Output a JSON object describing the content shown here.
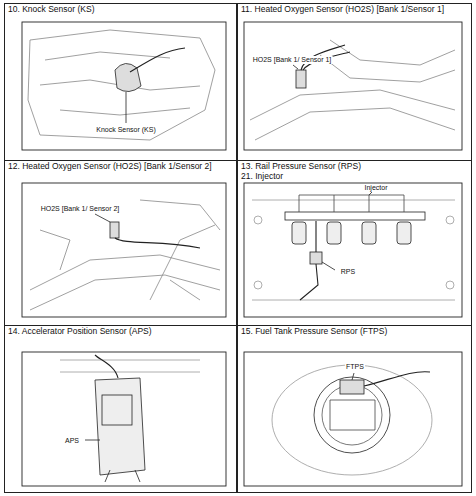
{
  "diagram": {
    "nodes": [
      {
        "text": [
          "10. Knock Sensor (KS)"
        ]
      },
      {
        "text": [
          "11. Heated Oxygen Sensor (HO2S) [Bank 1/Sensor 1]"
        ]
      },
      {
        "text": [
          "12. Heated Oxygen Sensor (HO2S) [Bank 1/Sensor 2]"
        ]
      },
      {
        "text": [
          "13. Rail Pressure Sensor (RPS)",
          "21. Injector"
        ]
      },
      {
        "text": [
          "14. Accelerator Position Sensor (APS)"
        ]
      },
      {
        "text": [
          "15. Fuel Tank Pressure Sensor (FTPS)"
        ]
      }
    ],
    "labels": [
      "Knock Sensor (KS)",
      "HO2S [Bank 1/ Sensor 1]",
      "HO2S [Bank 1/ Sensor 2]",
      "Injector",
      "RPS",
      "APS",
      "FTPS"
    ]
  }
}
